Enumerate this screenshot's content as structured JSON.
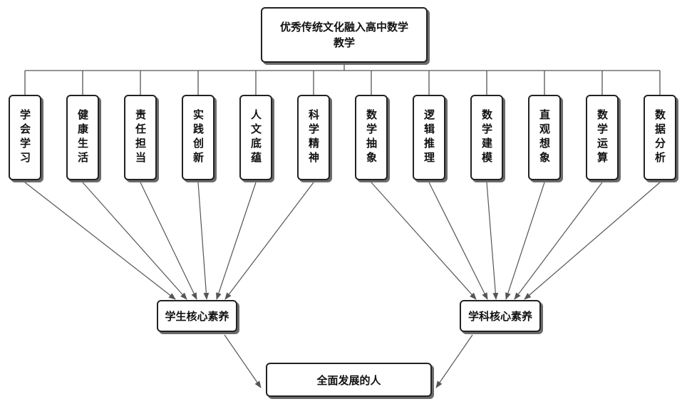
{
  "top_box": {
    "label": "优秀传统文化融入高中数学教学"
  },
  "left_group": {
    "boxes": [
      "学会学习",
      "健康生活",
      "责任担当",
      "实践创新",
      "人文底蕴",
      "科学精神"
    ],
    "target": "学生核心素养"
  },
  "right_group": {
    "boxes": [
      "数学抽象",
      "逻辑推理",
      "数学建模",
      "直观想象",
      "数学运算",
      "数据分析"
    ],
    "target": "学科核心素养"
  },
  "bottom_box": {
    "label": "全面发展的人"
  },
  "colors": {
    "line": "#555555",
    "border": "#222222",
    "shadow": "#6b6b6b"
  }
}
